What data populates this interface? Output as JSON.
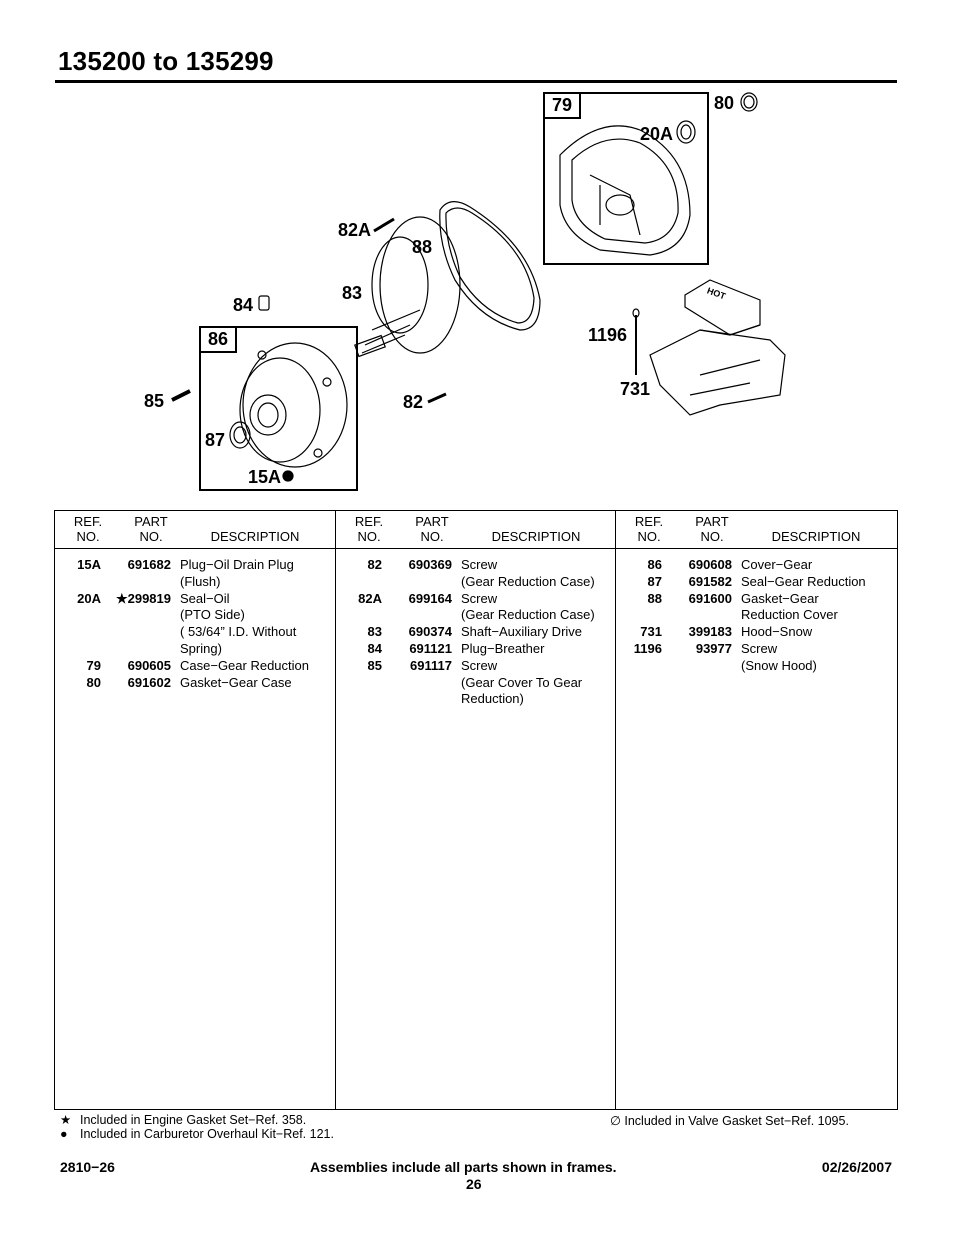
{
  "title": "135200 to 135299",
  "diagram": {
    "callouts": {
      "c79": "79",
      "c80": "80",
      "c20a": "20A",
      "c82a": "82A",
      "c88": "88",
      "c84": "84",
      "c83": "83",
      "c86": "86",
      "c1196": "1196",
      "c85": "85",
      "c82": "82",
      "c731": "731",
      "c87": "87",
      "c15a": "15A"
    },
    "hot_label": "HOT"
  },
  "table": {
    "headers": {
      "ref": [
        "REF.",
        "NO."
      ],
      "part": [
        "PART",
        "NO."
      ],
      "desc": "DESCRIPTION"
    },
    "columns": [
      [
        {
          "ref": "15A",
          "part": "691682",
          "desc": [
            "Plug−Oil Drain Plug",
            "(Flush)"
          ]
        },
        {
          "ref": "20A",
          "part": "★299819",
          "desc": [
            "Seal−Oil",
            "(PTO Side)",
            "( 53/64” I.D. Without",
            "Spring)"
          ]
        },
        {
          "ref": "79",
          "part": "690605",
          "desc": [
            "Case−Gear Reduction"
          ]
        },
        {
          "ref": "80",
          "part": "691602",
          "desc": [
            "Gasket−Gear Case"
          ]
        }
      ],
      [
        {
          "ref": "82",
          "part": "690369",
          "desc": [
            "Screw",
            "(Gear Reduction Case)"
          ]
        },
        {
          "ref": "82A",
          "part": "699164",
          "desc": [
            "Screw",
            "(Gear Reduction Case)"
          ]
        },
        {
          "ref": "83",
          "part": "690374",
          "desc": [
            "Shaft−Auxiliary Drive"
          ]
        },
        {
          "ref": "84",
          "part": "691121",
          "desc": [
            "Plug−Breather"
          ]
        },
        {
          "ref": "85",
          "part": "691117",
          "desc": [
            "Screw",
            "(Gear Cover To Gear",
            "Reduction)"
          ]
        }
      ],
      [
        {
          "ref": "86",
          "part": "690608",
          "desc": [
            "Cover−Gear"
          ]
        },
        {
          "ref": "87",
          "part": "691582",
          "desc": [
            "Seal−Gear Reduction"
          ]
        },
        {
          "ref": "88",
          "part": "691600",
          "desc": [
            "Gasket−Gear",
            "Reduction Cover"
          ]
        },
        {
          "ref": "731",
          "part": "399183",
          "desc": [
            "Hood−Snow"
          ]
        },
        {
          "ref": "1196",
          "part": "93977",
          "desc": [
            "Screw",
            "(Snow Hood)"
          ]
        }
      ]
    ]
  },
  "notes": {
    "star_symbol": "★",
    "star_text": "Included in Engine Gasket Set−Ref. 358.",
    "dot_symbol": "●",
    "dot_text": "Included in Carburetor Overhaul Kit−Ref. 121.",
    "valve_text": "∅ Included in Valve Gasket Set−Ref. 1095."
  },
  "footer": {
    "doc_number": "2810−26",
    "center_text": "Assemblies include all parts shown in frames.",
    "date": "02/26/2007",
    "page": "26"
  }
}
